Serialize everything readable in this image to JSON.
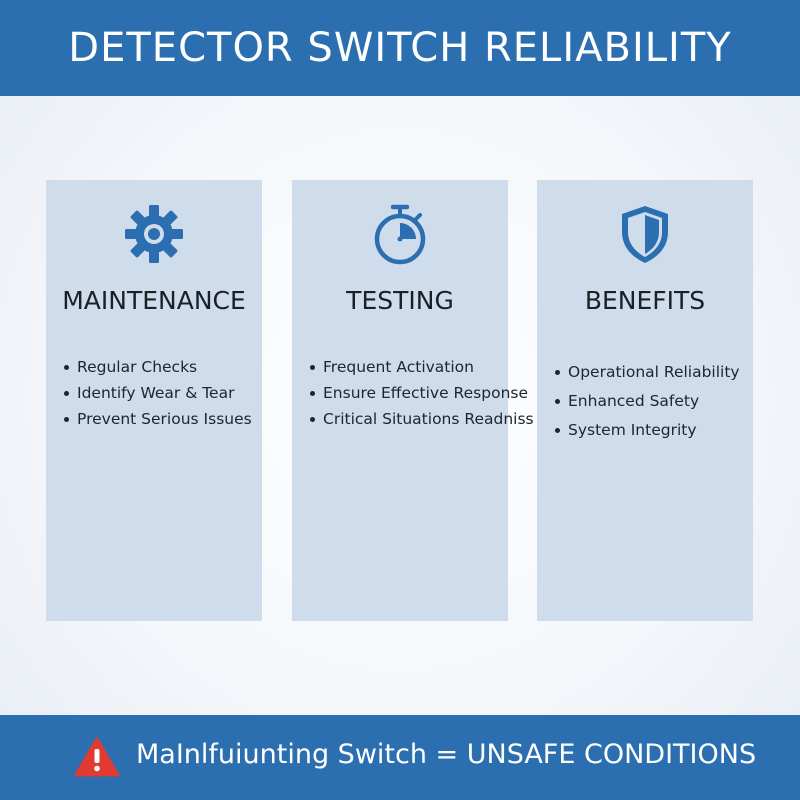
{
  "header": {
    "title": "DETECTOR SWITCH RELIABILITY"
  },
  "panels": [
    {
      "icon": "gear-icon",
      "title": "MAINTENANCE",
      "items": [
        "Regular Checks",
        "Identify Wear & Tear",
        "Prevent Serious Issues"
      ]
    },
    {
      "icon": "stopwatch-icon",
      "title": "TESTING",
      "items": [
        "Frequent Activation",
        "Ensure Effective Response",
        "Critical Situations Readniss"
      ]
    },
    {
      "icon": "shield-icon",
      "title": "BENEFITS",
      "items": [
        "Operational Reliability",
        "Enhanced Safety",
        "System Integrity"
      ]
    }
  ],
  "footer": {
    "icon": "warning-icon",
    "text": "MaInlfuiunting Switch = UNSAFE CONDITIONS"
  },
  "colors": {
    "brand_blue": "#2b6fb0",
    "panel_bg": "#cfdcec",
    "warning_red": "#e03a33"
  }
}
